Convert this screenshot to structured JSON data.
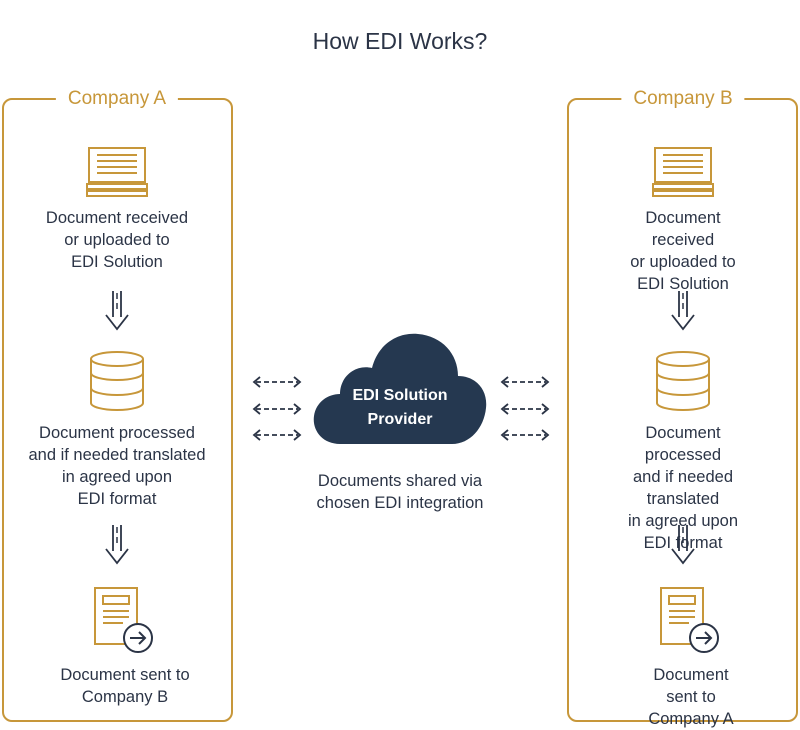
{
  "title": "How EDI Works?",
  "accent_color": "#c7973a",
  "navy_color": "#2b3446",
  "company_a": {
    "label": "Company A",
    "steps": [
      {
        "icon": "document-stack-icon",
        "text": "Document received\nor uploaded to\nEDI Solution"
      },
      {
        "icon": "database-icon",
        "text": "Document processed\nand if needed translated\nin agreed upon\nEDI format"
      },
      {
        "icon": "document-send-icon",
        "text": "Document sent to\nCompany B"
      }
    ]
  },
  "company_b": {
    "label": "Company B",
    "steps": [
      {
        "icon": "document-stack-icon",
        "text": "Document received\nor uploaded to\nEDI Solution"
      },
      {
        "icon": "database-icon",
        "text": "Document processed\nand if needed translated\nin agreed upon\nEDI format"
      },
      {
        "icon": "document-send-icon",
        "text": "Document sent to\nCompany A"
      }
    ]
  },
  "provider": {
    "label": "EDI Solution\nProvider",
    "icon": "cloud-icon",
    "caption": "Documents shared via\nchosen EDI integration"
  }
}
